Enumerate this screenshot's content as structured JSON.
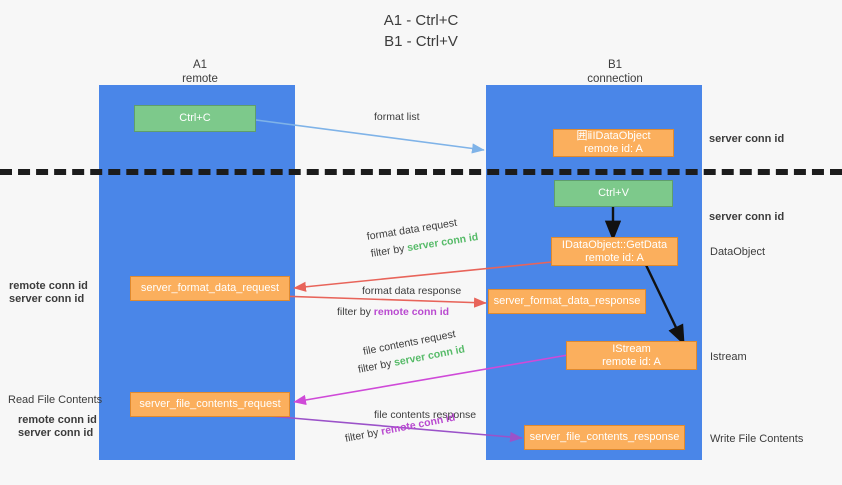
{
  "title": {
    "line1": "A1 - Ctrl+C",
    "line2": "B1 - Ctrl+V"
  },
  "lanes": [
    {
      "name": "A1",
      "sub": "remote"
    },
    {
      "name": "B1",
      "sub": "connection"
    }
  ],
  "boxes": {
    "ctrl_c": "Ctrl+C",
    "ctrl_v": "Ctrl+V",
    "idataobject_top_l1": "囲ⅱIDataObject",
    "idataobject_top_l2": "remote id: A",
    "getdata_l1": "IDataObject::GetData",
    "getdata_l2": "remote id: A",
    "istream_l1": "IStream",
    "istream_l2": "remote id: A",
    "server_format_data_request": "server_format_data_request",
    "server_format_data_response": "server_format_data_response",
    "server_file_contents_request": "server_file_contents_request",
    "server_file_contents_response": "server_file_contents_response"
  },
  "arrow_labels": {
    "format_list": "format list",
    "format_data_request": "format data request",
    "format_data_request_filter_prefix": "filter by",
    "format_data_request_filter_key": "server conn id",
    "format_data_response": "format data response",
    "format_data_response_filter_prefix": "filter by",
    "format_data_response_filter_key": "remote conn id",
    "file_contents_request": "file contents request",
    "file_contents_request_filter_prefix": "filter by",
    "file_contents_request_filter_key": "server conn id",
    "file_contents_response": "file contents response",
    "file_contents_response_filter_prefix": "filter by",
    "file_contents_response_filter_key": "remote conn id"
  },
  "right_labels": {
    "server_conn_id_top": "server conn id",
    "server_conn_id_mid": "server conn id",
    "dataobject": "DataObject",
    "istream": "Istream",
    "write_file_contents": "Write File Contents"
  },
  "left_labels": {
    "remote_conn_id_mid": "remote conn id",
    "server_conn_id_mid": "server conn id",
    "read_file_contents": "Read File Contents",
    "remote_conn_id_low": "remote conn id",
    "server_conn_id_low": "server conn id"
  },
  "colors": {
    "lane": "#4a86e8",
    "green_box": "#7dc98b",
    "orange_box": "#fbaf5d",
    "green_text": "#57bb69",
    "purple_text": "#b94ad0",
    "arrow_blue": "#7fb3e8",
    "arrow_red": "#e8645a",
    "arrow_magenta": "#cf4ad8",
    "arrow_purple": "#9b52c9",
    "arrow_black": "#111111"
  }
}
